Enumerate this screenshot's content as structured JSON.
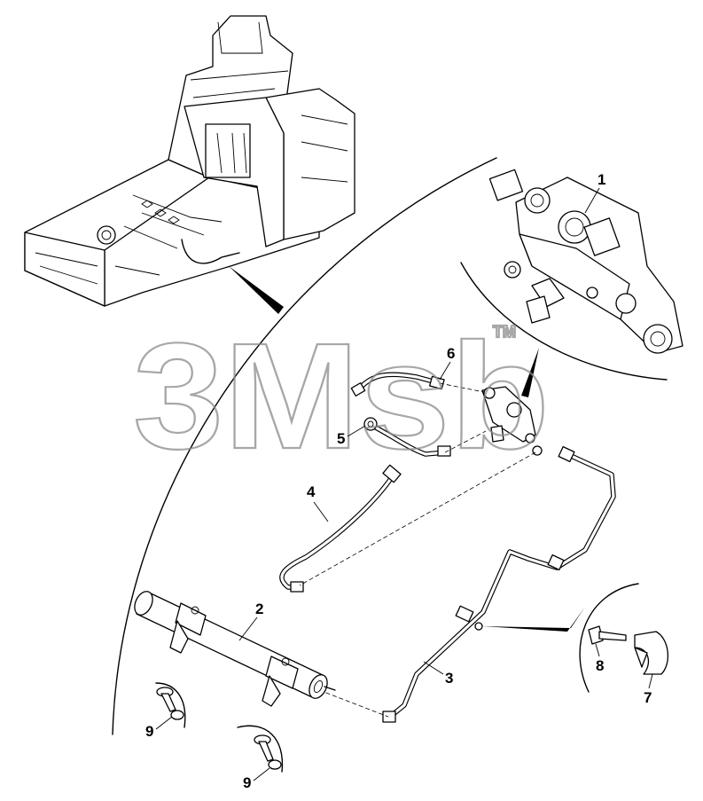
{
  "watermark": {
    "text": "3Msb",
    "trademark": "TM"
  },
  "figure_ref": "",
  "callouts": {
    "c1": "1",
    "c2": "2",
    "c3": "3",
    "c4": "4",
    "c5": "5",
    "c6": "6",
    "c7": "7",
    "c8": "8",
    "c9a": "9",
    "c9b": "9"
  },
  "icons": [
    "machine-frame-illustration",
    "control-valve-icon",
    "accumulator-cylinder-icon",
    "bolt-icon",
    "clamp-icon"
  ]
}
